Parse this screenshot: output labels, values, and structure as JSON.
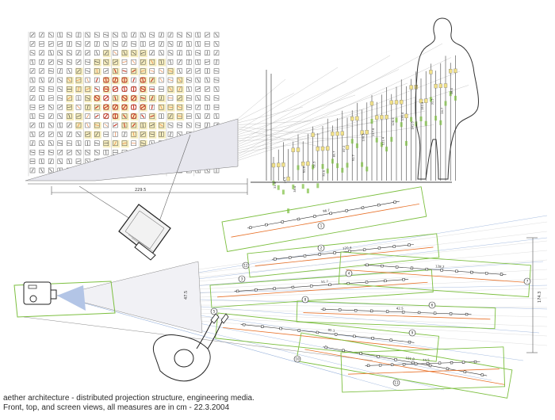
{
  "caption": {
    "line1": "aether architecture - distributed projection structure, engineering media.",
    "line2": "Front, top, and screen views, all measures are in cm - 22.3.2004"
  },
  "front_view": {
    "width_label": "229.5"
  },
  "side_view": {
    "height_labels": [
      "31.5",
      "24.7",
      "38.4",
      "51.8",
      "62.5",
      "73.9",
      "80.7",
      "87.3",
      "91.7",
      "108.5",
      "117.6",
      "121.4",
      "128.5",
      "138.4",
      "141.6",
      "150.4"
    ]
  },
  "top_view": {
    "overall_label": "174.3",
    "panel_labels": [
      "96.7",
      "120.4",
      "51.7",
      "128.2",
      "95.1",
      "101.8",
      "42.5",
      "74.5"
    ],
    "marker_numbers": [
      "1",
      "2",
      "3",
      "4",
      "5",
      "6",
      "7",
      "8",
      "9",
      "10",
      "11",
      "12"
    ],
    "projector_label": "47.5"
  },
  "colors": {
    "line": "#555555",
    "green": "#7cbf3f",
    "orange": "#e8722a",
    "red": "#c4301f",
    "yellow": "#f0e08a",
    "blue": "#9bb4dd"
  },
  "icons": [
    "laptop-icon",
    "projector-icon",
    "person-silhouette-icon",
    "operator-figure-icon"
  ]
}
